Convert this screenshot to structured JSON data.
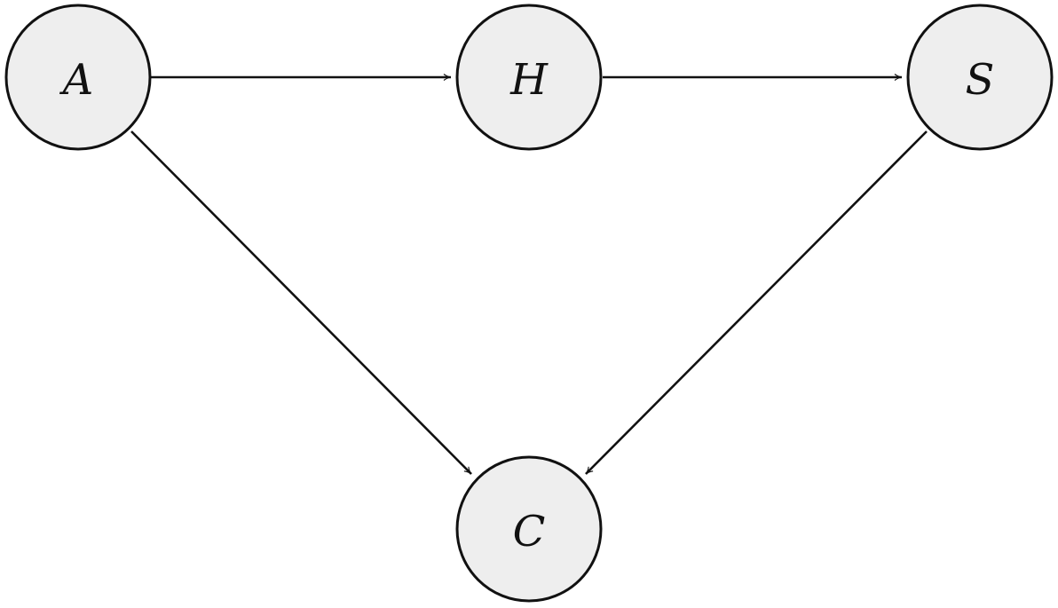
{
  "diagram": {
    "type": "directed-graph",
    "nodes": [
      {
        "id": "A",
        "label": "A"
      },
      {
        "id": "H",
        "label": "H"
      },
      {
        "id": "S",
        "label": "S"
      },
      {
        "id": "C",
        "label": "C"
      }
    ],
    "edges": [
      {
        "from": "A",
        "to": "H"
      },
      {
        "from": "H",
        "to": "S"
      },
      {
        "from": "A",
        "to": "C"
      },
      {
        "from": "S",
        "to": "C"
      }
    ],
    "colors": {
      "node_fill": "#eeeeee",
      "stroke": "#111111",
      "background": "#ffffff"
    }
  }
}
